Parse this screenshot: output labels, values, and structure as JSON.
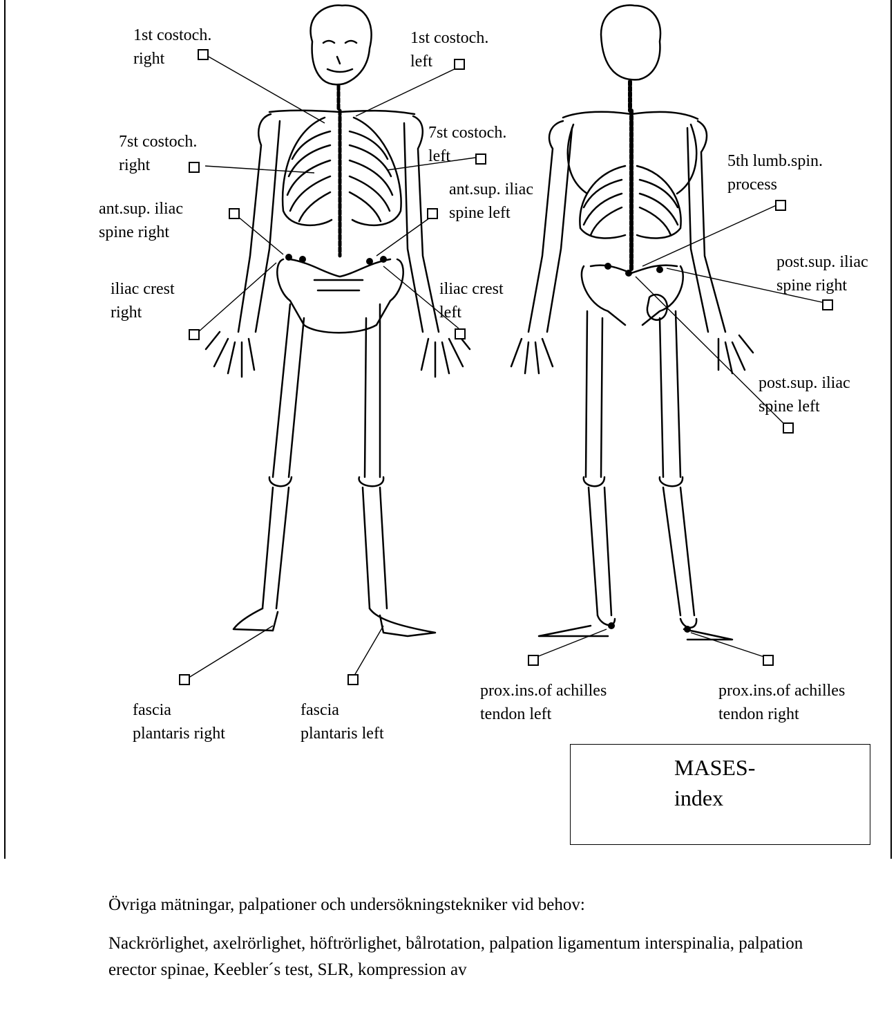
{
  "labels": {
    "costoch1_right": "1st costoch.\nright",
    "costoch1_left": "1st costoch.\nleft",
    "costoch7_right": "7st costoch.\nright",
    "costoch7_left": "7st costoch.\nleft",
    "asis_right": "ant.sup. iliac\nspine right",
    "asis_left": "ant.sup. iliac\nspine left",
    "iliac_crest_right": "iliac crest\nright",
    "iliac_crest_left": "iliac crest\nleft",
    "lumb5": "5th lumb.spin.\nprocess",
    "psis_right": "post.sup. iliac\nspine right",
    "psis_left": "post.sup. iliac\nspine left",
    "fascia_right": "fascia\nplantaris right",
    "fascia_left": "fascia\nplantaris left",
    "achilles_left": "prox.ins.of achilles\ntendon left",
    "achilles_right": "prox.ins.of achilles\ntendon right"
  },
  "mases": "MASES-\nindex",
  "bottom": {
    "heading": "Övriga mätningar, palpationer och undersökningstekniker vid behov:",
    "text": "Nackrörlighet, axelrörlighet, höftrörlighet, bålrotation, palpation ligamentum interspinalia, palpation erector spinae, Keebler´s test, SLR, kompression av"
  }
}
